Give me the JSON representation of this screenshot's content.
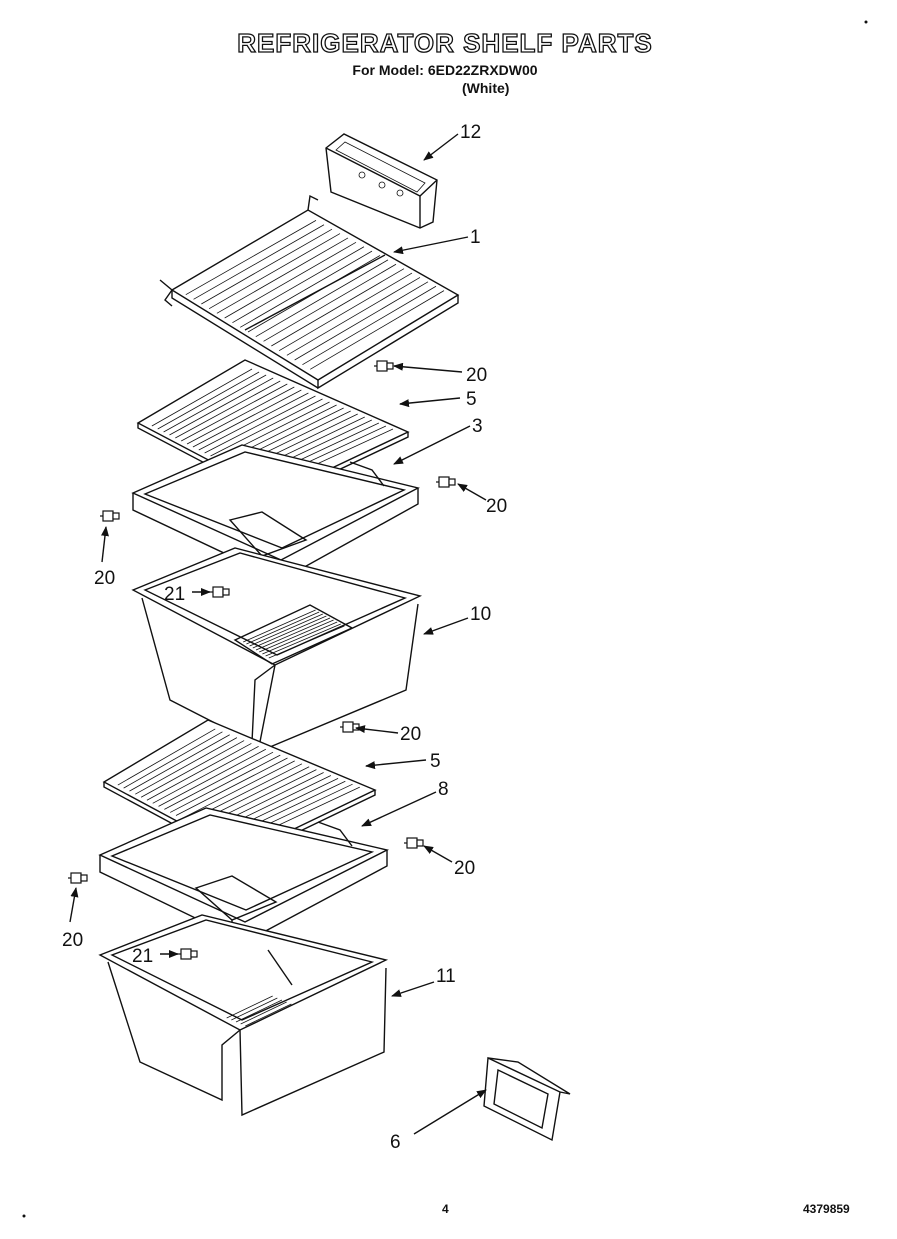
{
  "header": {
    "title": "REFRIGERATOR SHELF PARTS",
    "model_line": "For Model: 6ED22ZRXDW00",
    "color_line": "(White)"
  },
  "footer": {
    "page_number": "4",
    "doc_number": "4379859"
  },
  "callouts": {
    "c12": "12",
    "c1": "1",
    "c20a": "20",
    "c5a": "5",
    "c3": "3",
    "c20b": "20",
    "c20c": "20",
    "c21a": "21",
    "c10": "10",
    "c20d": "20",
    "c5b": "5",
    "c8": "8",
    "c20e": "20",
    "c20f": "20",
    "c21b": "21",
    "c11": "11",
    "c6": "6"
  }
}
